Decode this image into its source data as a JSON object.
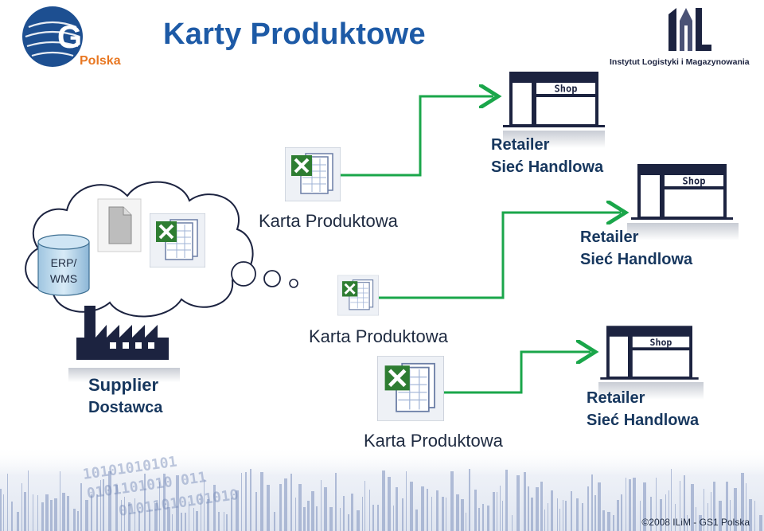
{
  "title": "Karty Produktowe",
  "logos": {
    "gs1": {
      "text": "GS1",
      "sub": "Polska"
    },
    "ilim": {
      "sub": "Instytut Logistyki i Magazynowania"
    }
  },
  "source": {
    "database_label_line1": "ERP/",
    "database_label_line2": "WMS",
    "supplier_line1": "Supplier",
    "supplier_line2": "Dostawca"
  },
  "product_cards": [
    {
      "label": "Karta Produktowa"
    },
    {
      "label": "Karta Produktowa"
    },
    {
      "label": "Karta Produktowa"
    }
  ],
  "retailers": [
    {
      "shop_sign": "Shop",
      "line1": "Retailer",
      "line2": "Sieć Handlowa"
    },
    {
      "shop_sign": "Shop",
      "line1": "Retailer",
      "line2": "Sieć Handlowa"
    },
    {
      "shop_sign": "Shop",
      "line1": "Retailer",
      "line2": "Sieć Handlowa"
    }
  ],
  "footer": {
    "copyright": "©2008 ILiM -  GS1 Polska"
  },
  "colors": {
    "title": "#1d5aa6",
    "arrow": "#1aa64a",
    "navy": "#1c2340",
    "gs1_orange": "#e87722",
    "excel_green": "#2e7d32"
  }
}
